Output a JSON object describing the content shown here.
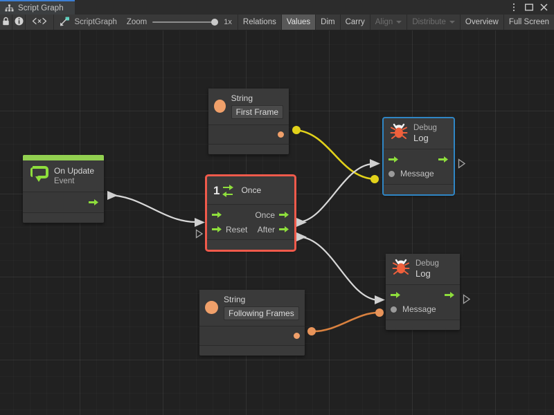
{
  "window": {
    "tab_label": "Script Graph",
    "tab_icon": "tree-hierarchy-icon",
    "controls": [
      {
        "name": "more-options-button",
        "icon": "kebab-menu-icon"
      },
      {
        "name": "maximize-button",
        "icon": "maximize-square-icon"
      },
      {
        "name": "close-button",
        "icon": "close-x-icon"
      }
    ]
  },
  "toolbar": {
    "lock_icon": "lock-icon",
    "info_icon": "info-circle-icon",
    "code_icon": "angle-brackets-icon",
    "graph_icon": "scriptgraph-icon",
    "graph_name": "ScriptGraph",
    "zoom_label": "Zoom",
    "zoom_value": "1x",
    "buttons": [
      {
        "label": "Relations",
        "state": "normal"
      },
      {
        "label": "Values",
        "state": "active"
      },
      {
        "label": "Dim",
        "state": "normal"
      },
      {
        "label": "Carry",
        "state": "normal"
      },
      {
        "label": "Align",
        "state": "disabled",
        "dropdown": true
      },
      {
        "label": "Distribute",
        "state": "disabled",
        "dropdown": true
      },
      {
        "label": "Overview",
        "state": "normal"
      },
      {
        "label": "Full Screen",
        "state": "normal"
      }
    ]
  },
  "graph": {
    "accent_colors": {
      "event_green": "#92d050",
      "flow_green": "#8ede3c",
      "string_orange": "#f0a06a",
      "wire_yellow": "#e2d21a",
      "wire_orange": "#d9813f",
      "wire_flow": "#d8d8d8",
      "selection_red": "#f05a4b",
      "selection_blue": "#2f86c5",
      "bug_orange": "#f0603c"
    },
    "nodes": [
      {
        "id": "on-update",
        "icon": "event-loop-icon",
        "title": "On Update",
        "subtitle": "Event",
        "selected": "none",
        "outputs": [
          {
            "label": "",
            "kind": "flow"
          }
        ]
      },
      {
        "id": "string-first-frame",
        "icon": "string-circle-icon",
        "title": "String",
        "value": "First Frame",
        "selected": "none",
        "outputs": [
          {
            "label": "",
            "kind": "value"
          }
        ]
      },
      {
        "id": "once",
        "icon": "once-loop-icon",
        "icon_badge": "1",
        "title": "Once",
        "selected": "red",
        "inputs": [
          {
            "label": "",
            "kind": "flow"
          },
          {
            "label": "Reset",
            "kind": "flow"
          }
        ],
        "outputs": [
          {
            "label": "Once",
            "kind": "flow"
          },
          {
            "label": "After",
            "kind": "flow"
          }
        ]
      },
      {
        "id": "string-following-frames",
        "icon": "string-circle-icon",
        "title": "String",
        "value": "Following Frames",
        "selected": "none",
        "outputs": [
          {
            "label": "",
            "kind": "value"
          }
        ]
      },
      {
        "id": "debug-log-top",
        "icon": "bug-icon",
        "title": "Debug",
        "subtitle": "Log",
        "selected": "blue",
        "inputs": [
          {
            "label": "",
            "kind": "flow"
          },
          {
            "label": "Message",
            "kind": "value"
          }
        ],
        "outputs": [
          {
            "label": "",
            "kind": "flow"
          }
        ]
      },
      {
        "id": "debug-log-bottom",
        "icon": "bug-icon",
        "title": "Debug",
        "subtitle": "Log",
        "selected": "none",
        "inputs": [
          {
            "label": "",
            "kind": "flow"
          },
          {
            "label": "Message",
            "kind": "value"
          }
        ],
        "outputs": [
          {
            "label": "",
            "kind": "flow"
          }
        ]
      }
    ],
    "connections": [
      {
        "from": "on-update.output",
        "to": "once.input",
        "type": "flow",
        "color": "#d8d8d8"
      },
      {
        "from": "string-first-frame.output",
        "to": "debug-log-top.message",
        "type": "value",
        "color": "#e2d21a"
      },
      {
        "from": "once.once",
        "to": "debug-log-top.flow",
        "type": "flow",
        "color": "#d8d8d8"
      },
      {
        "from": "once.after",
        "to": "debug-log-bottom.flow",
        "type": "flow",
        "color": "#d8d8d8"
      },
      {
        "from": "string-following-frames.output",
        "to": "debug-log-bottom.message",
        "type": "value",
        "color": "#d9813f"
      }
    ]
  }
}
